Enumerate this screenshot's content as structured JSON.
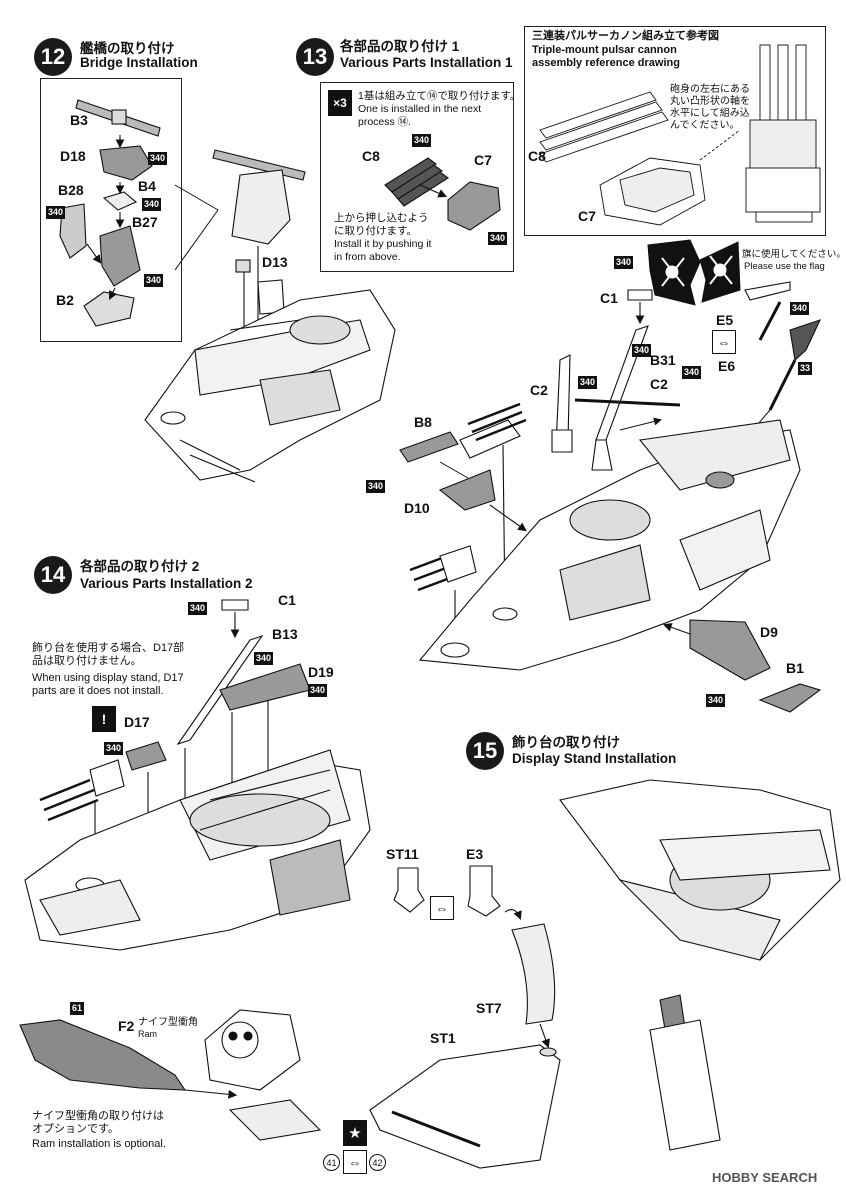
{
  "steps": [
    {
      "num": "12",
      "title_jp": "艦橋の取り付け",
      "title_en": "Bridge Installation"
    },
    {
      "num": "13",
      "title_jp": "各部品の取り付け 1",
      "title_en": "Various Parts Installation 1"
    },
    {
      "num": "14",
      "title_jp": "各部品の取り付け 2",
      "title_en": "Various Parts Installation 2"
    },
    {
      "num": "15",
      "title_jp": "飾り台の取り付け",
      "title_en": "Display Stand Installation"
    }
  ],
  "step12": {
    "parts": [
      "B3",
      "D18",
      "B4",
      "B28",
      "B27",
      "B2",
      "D13"
    ],
    "paint_codes": [
      "340",
      "340",
      "340",
      "340"
    ]
  },
  "step13": {
    "multiplier": "×3",
    "note_multiplier": "1基は組み立て⑭で取り付けます。\nOne is installed in the next\nprocess ⑭.",
    "note_push": "上から押し込むよう\nに取り付けます。\nInstall it by pushing it\nin from above.",
    "inset_parts": [
      "C8",
      "C7"
    ],
    "ref_title_jp": "三連装パルサーカノン組み立て参考図",
    "ref_title_en": "Triple-mount pulsar cannon\nassembly reference drawing",
    "ref_note_jp": "砲身の左右にある\n丸い凸形状の軸を\n水平にして組み込\nんでください。",
    "ref_parts": [
      "C8",
      "C7"
    ],
    "flag_note_jp": "旗に使用してください。",
    "flag_note_en": "Please use the flag",
    "parts": [
      "C1",
      "E5",
      "E6",
      "B31",
      "C2",
      "C2",
      "B8",
      "D10",
      "D9",
      "B1"
    ],
    "paint_codes": [
      "340",
      "340",
      "340",
      "340",
      "340",
      "340",
      "340",
      "33"
    ]
  },
  "step14": {
    "note_jp": "飾り台を使用する場合、D17部\n品は取り付けません。",
    "note_en": "When using display stand, D17\nparts are it does not install.",
    "parts": [
      "C1",
      "B13",
      "D19",
      "D17"
    ],
    "paint_codes": [
      "340",
      "340",
      "340",
      "340"
    ],
    "ram_part": "F2",
    "ram_jp": "ナイフ型衝角",
    "ram_en": "Ram",
    "ram_code": "61",
    "ram_note_jp": "ナイフ型衝角の取り付けは\nオプションです。",
    "ram_note_en": "Ram installation is optional."
  },
  "step15": {
    "parts": [
      "ST11",
      "E3",
      "ST7",
      "ST1"
    ],
    "decal_nums": [
      "41",
      "42"
    ]
  },
  "watermark": "HOBBY SEARCH",
  "colors": {
    "ink": "#111111",
    "paper": "#ffffff",
    "tone": "#8a8a8a"
  }
}
